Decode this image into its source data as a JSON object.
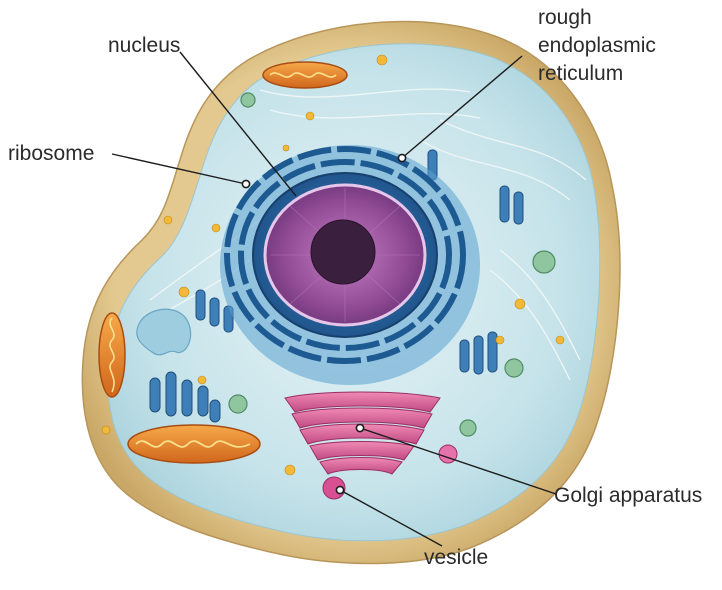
{
  "labels": {
    "nucleus": "nucleus",
    "ribosome": "ribosome",
    "rough_er_line1": "rough",
    "rough_er_line2": "endoplasmic",
    "rough_er_line3": "reticulum",
    "golgi": "Golgi apparatus",
    "vesicle": "vesicle"
  },
  "colors": {
    "cell_wall_outer": "#d9be83",
    "cytoplasm": "#c9e6ec",
    "er_blue": "#2f6fa8",
    "nucleus_purple": "#9a4e9e",
    "nucleolus": "#3b1f3f",
    "golgi_pink": "#e0649a",
    "mitochondria_orange": "#e8832a",
    "ribosome_gold": "#f1b83a"
  }
}
